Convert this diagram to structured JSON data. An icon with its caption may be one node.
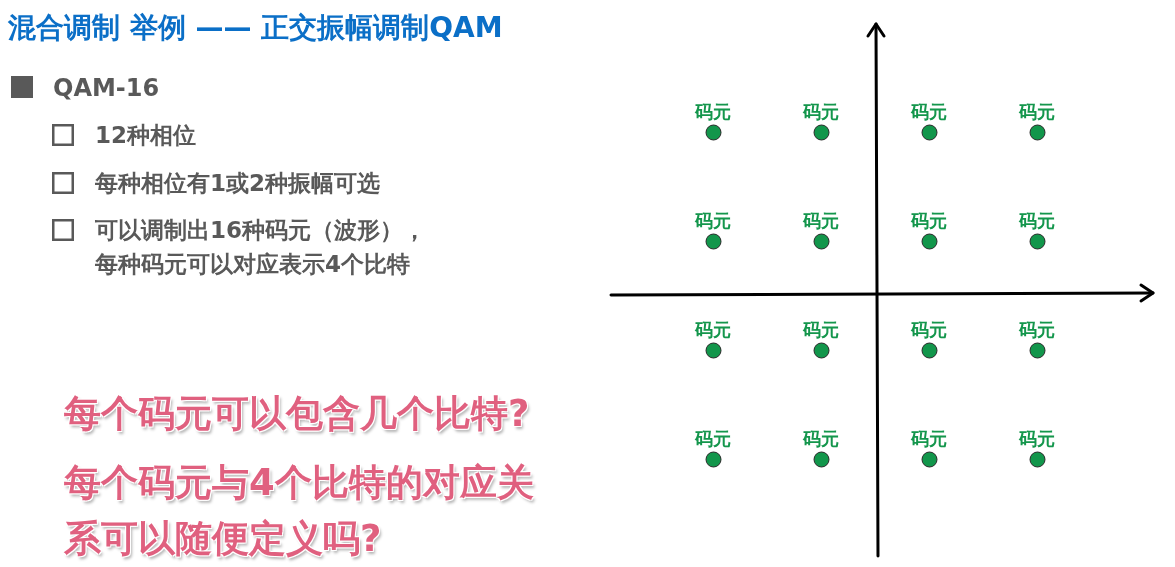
{
  "diagram": {
    "title": "混合调制 举例 —— 正交振幅调制QAM",
    "nodes": [
      {
        "text": [
          "码元"
        ]
      },
      {
        "text": [
          "码元"
        ]
      },
      {
        "text": [
          "码元"
        ]
      },
      {
        "text": [
          "码元"
        ]
      },
      {
        "text": [
          "码元"
        ]
      },
      {
        "text": [
          "码元"
        ]
      },
      {
        "text": [
          "码元"
        ]
      },
      {
        "text": [
          "码元"
        ]
      },
      {
        "text": [
          "码元"
        ]
      },
      {
        "text": [
          "码元"
        ]
      },
      {
        "text": [
          "码元"
        ]
      },
      {
        "text": [
          "码元"
        ]
      },
      {
        "text": [
          "码元"
        ]
      },
      {
        "text": [
          "码元"
        ]
      },
      {
        "text": [
          "码元"
        ]
      },
      {
        "text": [
          "码元"
        ]
      }
    ],
    "labels": [
      "QAM-16",
      "12种相位",
      "每种相位有1或2种振幅可选",
      "可以调制出16种码元（波形），每种码元可以对应表示4个比特",
      "每个码元可以包含几个比特?",
      "每个码元与4个比特的对应关系可以随便定义吗?"
    ]
  }
}
